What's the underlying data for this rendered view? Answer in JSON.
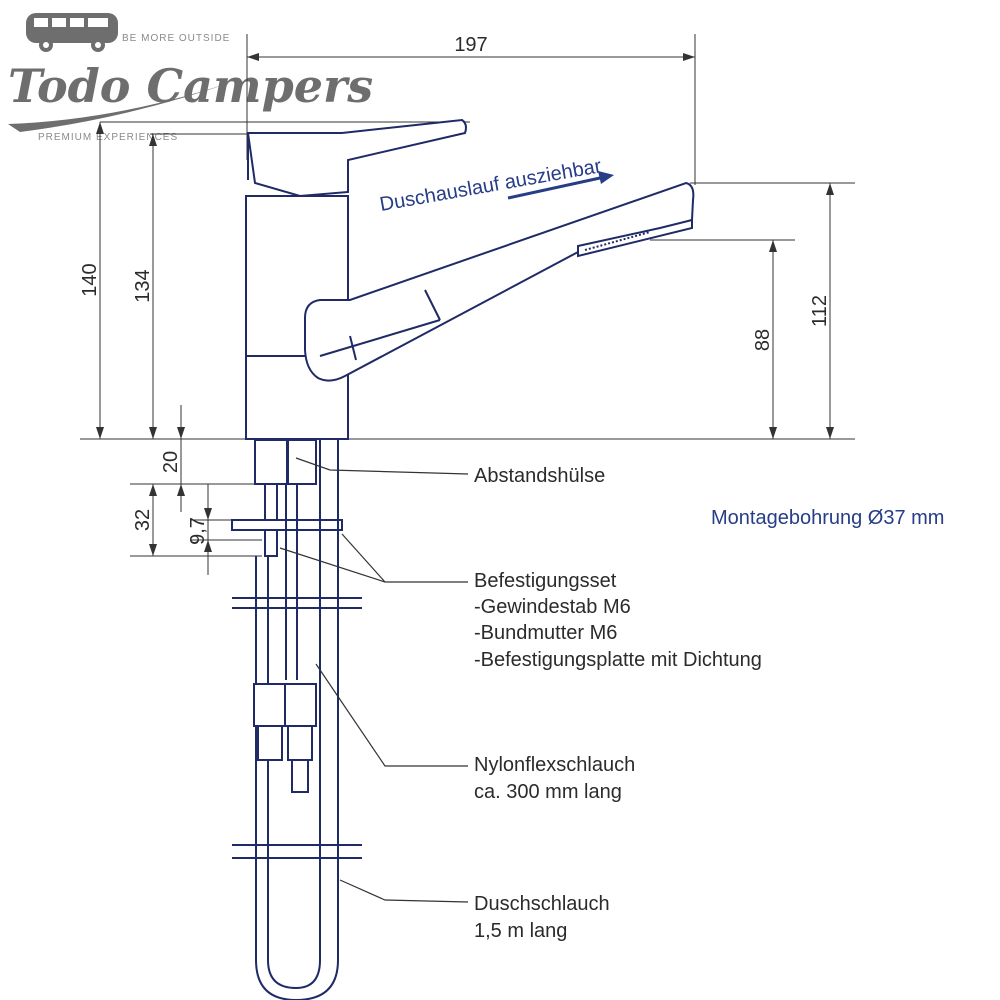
{
  "logo": {
    "brand": "Todo Campers",
    "tagline_top": "BE MORE OUTSIDE",
    "tagline_bottom": "PREMIUM EXPERIENCES"
  },
  "dimensions": {
    "width_total": "197",
    "height_total": "140",
    "height_lever": "134",
    "spout_height": "112",
    "spray_height": "88",
    "spacer": "20",
    "mount_depth": "32",
    "plate": "9,7"
  },
  "annotations": {
    "pullout": "Duschauslauf ausziehbar",
    "spacer_sleeve": "Abstandshülse",
    "mounting_hole": "Montagebohrung Ø37 mm",
    "fixing_set": "Befestigungsset",
    "fixing_rod": "-Gewindestab M6",
    "fixing_nut": "-Bundmutter M6",
    "fixing_plate": "-Befestigungsplatte mit Dichtung",
    "nylon_hose": "Nylonflexschlauch",
    "nylon_length": "ca. 300 mm lang",
    "shower_hose": "Duschschlauch",
    "shower_length": "1,5 m lang"
  },
  "colors": {
    "drawing": "#1f2a66",
    "dimension": "#2b2b2b",
    "accent_text": "#263d87",
    "logo": "#6e6e6e"
  }
}
